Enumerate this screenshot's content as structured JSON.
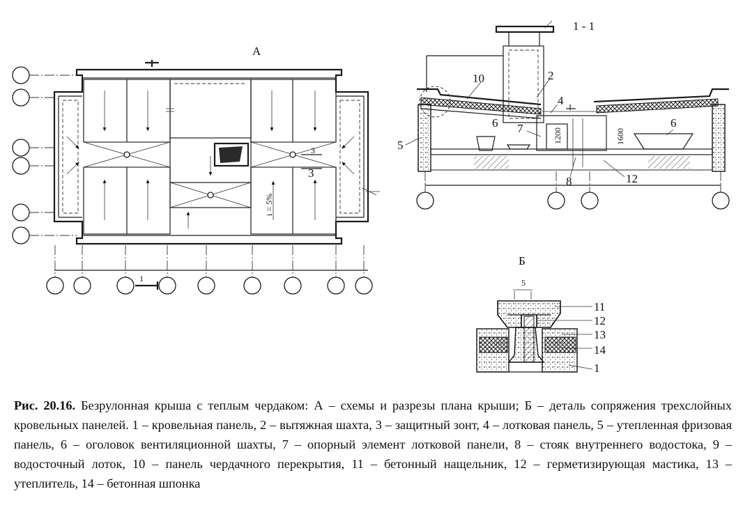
{
  "figure": {
    "plan_label": "А",
    "section_label": "1 - 1",
    "detail_label": "Б",
    "section_mark": "1",
    "plan_mark_3": "3",
    "slope_label": "i = 5%",
    "section_numbers": [
      "10",
      "2",
      "4",
      "7",
      "6",
      "6",
      "5",
      "8",
      "12"
    ],
    "height_labels": [
      "1200",
      "1600"
    ],
    "detail_numbers": [
      "11",
      "12",
      "13",
      "14",
      "1"
    ],
    "detail_dim": "5"
  },
  "caption": {
    "label": "Рис. 20.16.",
    "text": "Безрулонная крыша с теплым чердаком: А – схемы и разрезы плана крыши; Б – деталь сопряжения трехслойных кровельных панелей. 1 – кровельная панель, 2 – вытяжная шахта, 3 – защитный зонт, 4 – лотковая панель, 5 – утепленная фризовая панель, 6 – оголовок вентиляционной шахты, 7 – опорный элемент лотковой панели, 8 – стояк внутреннего водостока, 9 – водосточный лоток, 10 – панель чердачного перекрытия, 11 – бетонный нащельник, 12 – герметизирующая мастика, 13 – утеплитель, 14 – бетонная шпонка"
  },
  "colors": {
    "ink": "#1a1a1a",
    "paper": "#ffffff",
    "fill_dark": "#2a2a2a"
  }
}
